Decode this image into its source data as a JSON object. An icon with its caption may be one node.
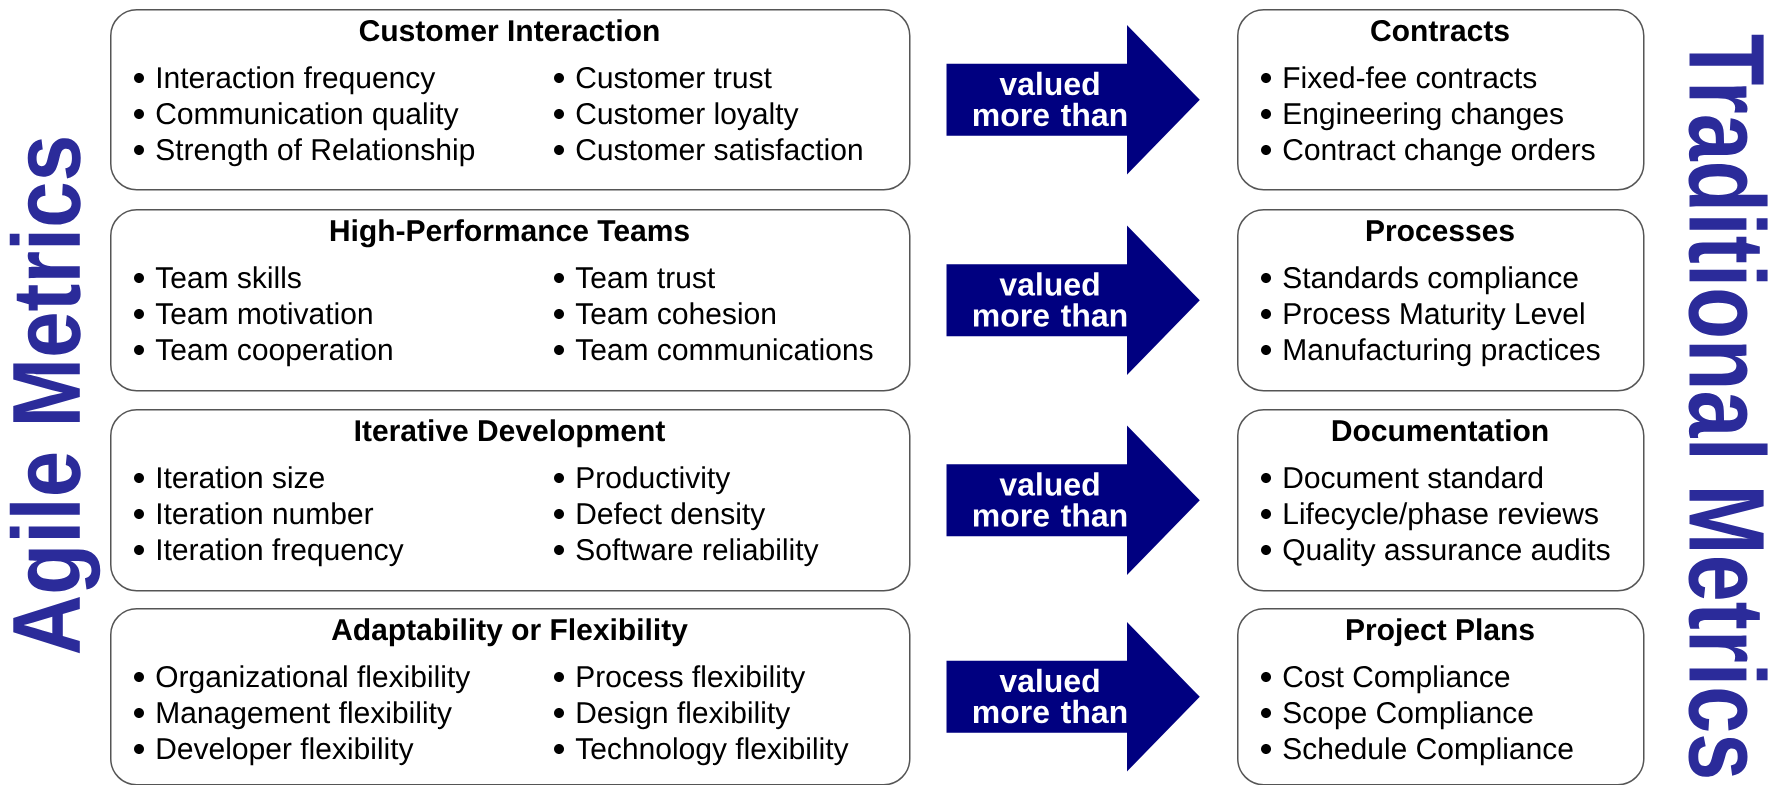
{
  "diagram": {
    "nodes": [
      {
        "text": [
          "Customer Interaction",
          "Interaction frequency",
          "Communication quality",
          "Strength of Relationship",
          "Customer trust",
          "Customer loyalty",
          "Customer satisfaction"
        ]
      },
      {
        "text": [
          "Contracts",
          "Fixed-fee contracts",
          "Engineering changes",
          "Contract change orders"
        ]
      },
      {
        "text": [
          "High-Performance Teams",
          "Team skills",
          "Team motivation",
          "Team cooperation",
          "Team trust",
          "Team cohesion",
          "Team communications"
        ]
      },
      {
        "text": [
          "Processes",
          "Standards compliance",
          "Process Maturity Level",
          "Manufacturing practices"
        ]
      },
      {
        "text": [
          "Iterative Development",
          "Iteration size",
          "Iteration number",
          "Iteration frequency",
          "Productivity",
          "Defect density",
          "Software reliability"
        ]
      },
      {
        "text": [
          "Documentation",
          "Document standard",
          "Lifecycle/phase reviews",
          "Quality assurance audits"
        ]
      },
      {
        "text": [
          "Adaptability or Flexibility",
          "Organizational flexibility",
          "Management flexibility",
          "Developer flexibility",
          "Process flexibility",
          "Design flexibility",
          "Technology flexibility"
        ]
      },
      {
        "text": [
          "Project Plans",
          "Cost Compliance",
          "Scope Compliance",
          "Schedule Compliance"
        ]
      }
    ],
    "edges": [
      {
        "from": 0,
        "to": 1,
        "arrow": "to",
        "label": "valued more than"
      },
      {
        "from": 2,
        "to": 3,
        "arrow": "to",
        "label": "valued more than"
      },
      {
        "from": 4,
        "to": 5,
        "arrow": "to",
        "label": "valued more than"
      },
      {
        "from": 6,
        "to": 7,
        "arrow": "to",
        "label": "valued more than"
      }
    ],
    "labels": [
      "Agile Metrics",
      "Traditional Metrics"
    ]
  }
}
